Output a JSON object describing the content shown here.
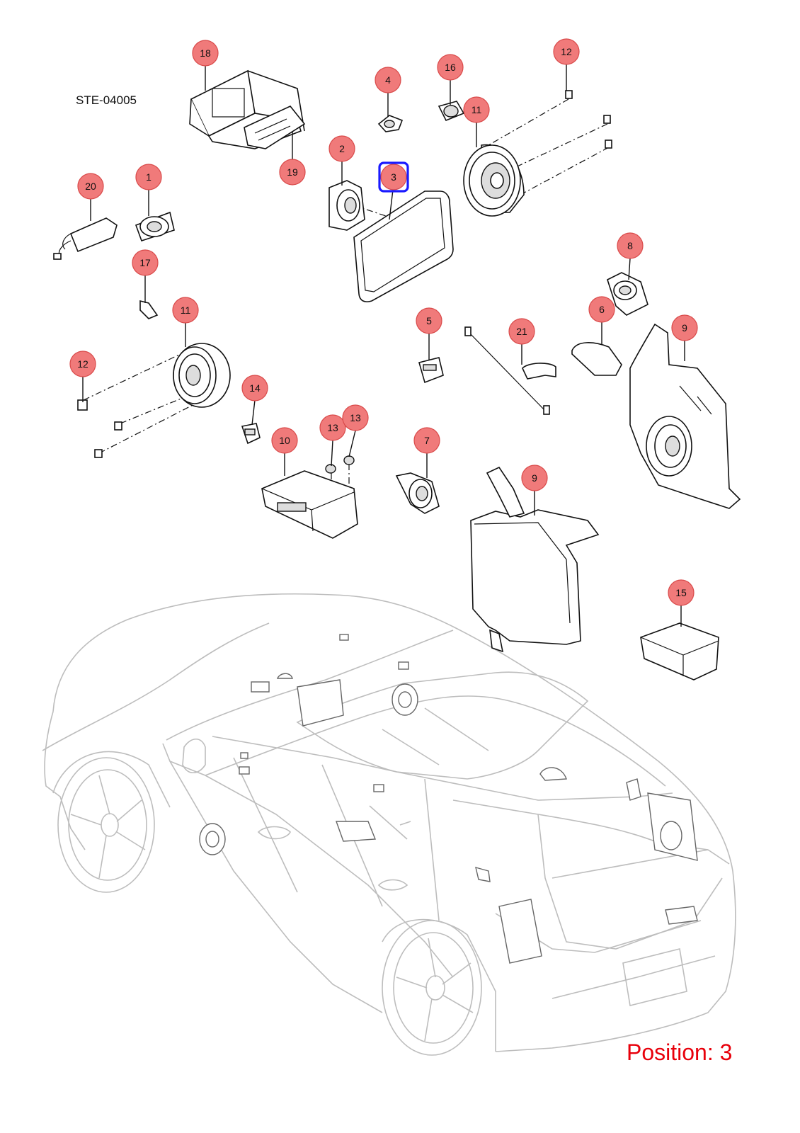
{
  "diagram_code": "STE-04005",
  "position_label": "Position: 3",
  "selected_callout": "3",
  "colors": {
    "callout_fill": "#f07a7a",
    "selection": "#1a1aff",
    "position_text": "#e8000b"
  },
  "callouts": [
    {
      "id": "c18",
      "label": "18"
    },
    {
      "id": "c19",
      "label": "19"
    },
    {
      "id": "c4",
      "label": "4"
    },
    {
      "id": "c16",
      "label": "16"
    },
    {
      "id": "c12a",
      "label": "12"
    },
    {
      "id": "c11a",
      "label": "11"
    },
    {
      "id": "c2",
      "label": "2"
    },
    {
      "id": "c3",
      "label": "3"
    },
    {
      "id": "c20",
      "label": "20"
    },
    {
      "id": "c1",
      "label": "1"
    },
    {
      "id": "c17",
      "label": "17"
    },
    {
      "id": "c8",
      "label": "8"
    },
    {
      "id": "c11b",
      "label": "11"
    },
    {
      "id": "c6",
      "label": "6"
    },
    {
      "id": "c9a",
      "label": "9"
    },
    {
      "id": "c5",
      "label": "5"
    },
    {
      "id": "c21",
      "label": "21"
    },
    {
      "id": "c12b",
      "label": "12"
    },
    {
      "id": "c14",
      "label": "14"
    },
    {
      "id": "c13a",
      "label": "13"
    },
    {
      "id": "c13b",
      "label": "13"
    },
    {
      "id": "c10",
      "label": "10"
    },
    {
      "id": "c7",
      "label": "7"
    },
    {
      "id": "c9b",
      "label": "9"
    },
    {
      "id": "c15",
      "label": "15"
    }
  ]
}
